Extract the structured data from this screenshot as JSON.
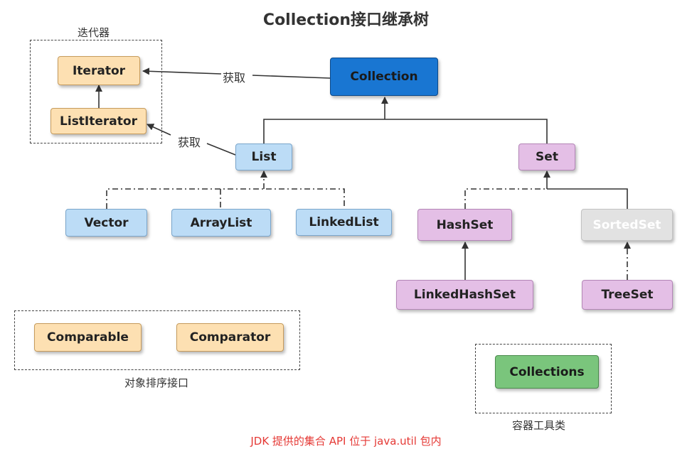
{
  "title": "Collection接口继承树",
  "nodes": {
    "collection": "Collection",
    "iterator": "Iterator",
    "list_iterator": "ListIterator",
    "list": "List",
    "set": "Set",
    "vector": "Vector",
    "array_list": "ArrayList",
    "linked_list": "LinkedList",
    "hash_set": "HashSet",
    "sorted_set": "SortedSet",
    "linked_hash_set": "LinkedHashSet",
    "tree_set": "TreeSet",
    "comparable": "Comparable",
    "comparator": "Comparator",
    "collections": "Collections"
  },
  "groups": {
    "iterator_group": "迭代器",
    "compare_group": "对象排序接口",
    "tools_group": "容器工具类"
  },
  "edge_labels": {
    "collection_iterator": "获取",
    "list_listiterator": "获取"
  },
  "footer_note": "JDK 提供的集合 API 位于 java.util 包内",
  "colors": {
    "collection": "#1976d2",
    "interface_blue": "#bcdcf6",
    "iterator_orange": "#fde0b2",
    "set_purple": "#e4bfe6",
    "sorted_gray": "#e2e2e2",
    "tools_green": "#7ac57c",
    "note_red": "#e53935"
  }
}
